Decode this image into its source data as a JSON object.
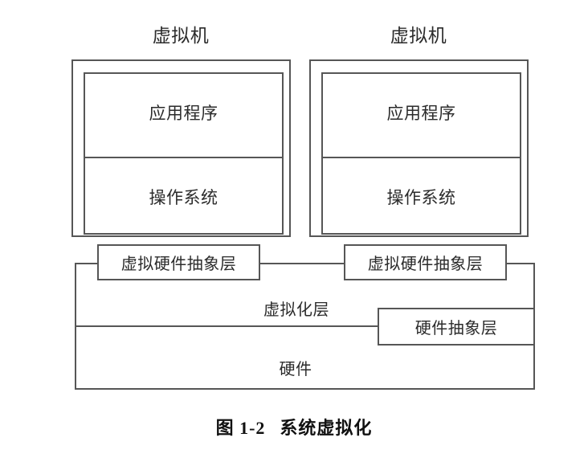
{
  "figure": {
    "caption_number": "图 1-2",
    "caption_title": "系统虚拟化"
  },
  "virtual_machines": [
    {
      "title": "虚拟机",
      "layers": [
        {
          "name": "应用程序"
        },
        {
          "name": "操作系统"
        }
      ],
      "virtual_hw_abstraction": "虚拟硬件抽象层"
    },
    {
      "title": "虚拟机",
      "layers": [
        {
          "name": "应用程序"
        },
        {
          "name": "操作系统"
        }
      ],
      "virtual_hw_abstraction": "虚拟硬件抽象层"
    }
  ],
  "platform": {
    "virtualization_layer": "虚拟化层",
    "hardware_abstraction_layer": "硬件抽象层",
    "hardware": "硬件"
  },
  "style": {
    "stroke": "#565656",
    "text": "#2b2b2b",
    "background": "#ffffff"
  }
}
